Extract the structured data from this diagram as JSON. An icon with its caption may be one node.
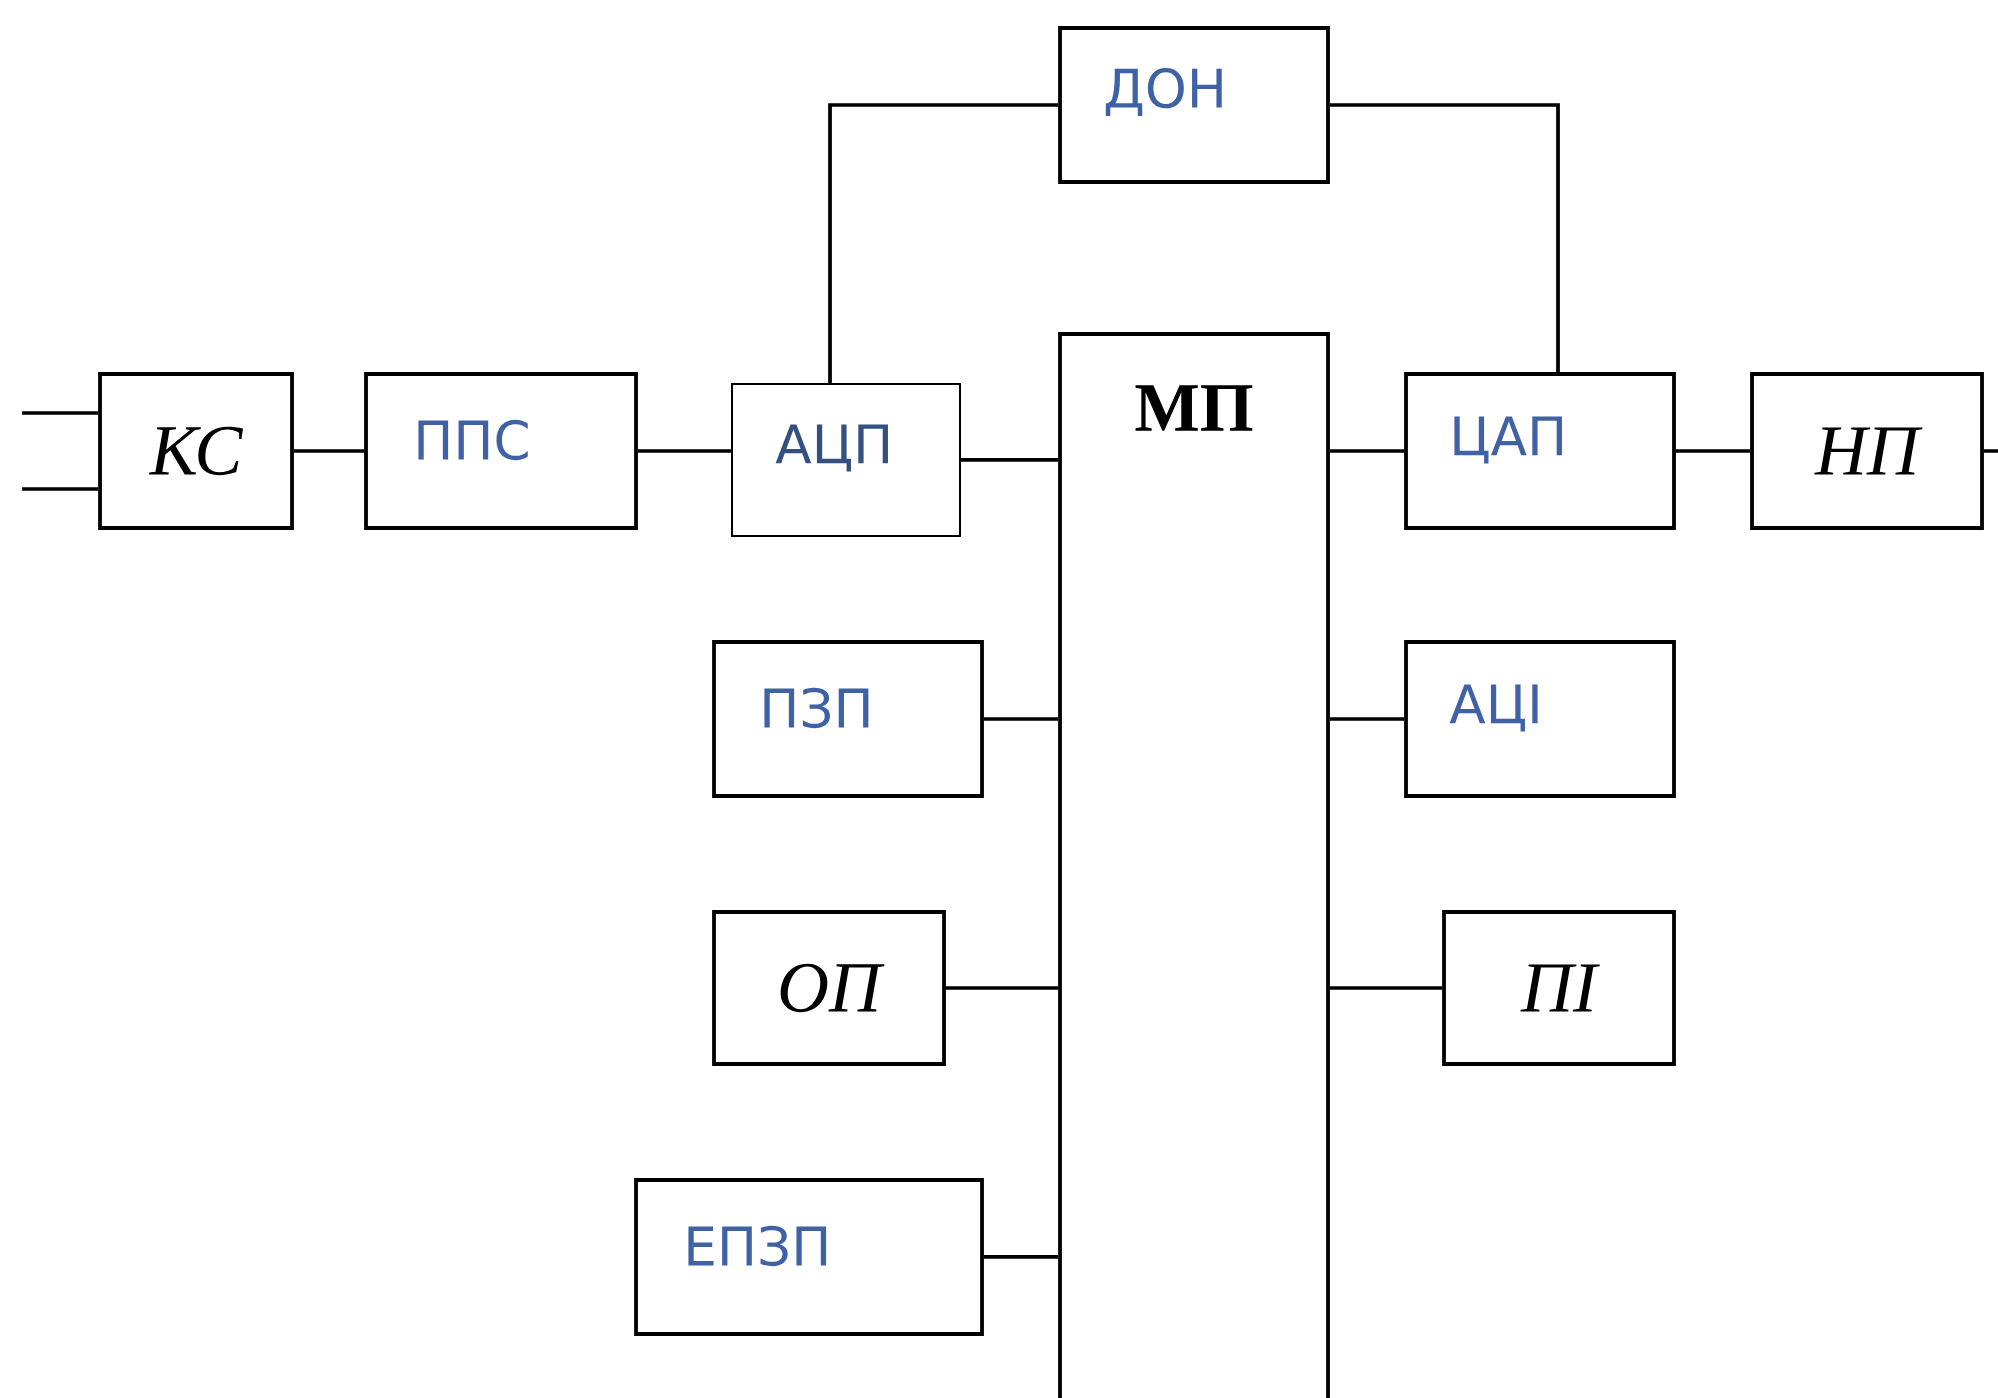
{
  "diagram": {
    "nodes": [
      {
        "text": [
          "ДОН"
        ]
      },
      {
        "text": [
          "КС"
        ]
      },
      {
        "text": [
          "ППС"
        ]
      },
      {
        "text": [
          "АЦП"
        ]
      },
      {
        "text": [
          "МП"
        ]
      },
      {
        "text": [
          "ЦАП"
        ]
      },
      {
        "text": [
          "НП"
        ]
      },
      {
        "text": [
          "ПЗП"
        ]
      },
      {
        "text": [
          "АЦІ"
        ]
      },
      {
        "text": [
          "ОП"
        ]
      },
      {
        "text": [
          "ПІ"
        ]
      },
      {
        "text": [
          "ЕПЗП"
        ]
      }
    ],
    "edges": [
      {
        "from": null,
        "to": 1,
        "arrow": "none"
      },
      {
        "from": null,
        "to": 1,
        "arrow": "none"
      },
      {
        "from": 1,
        "to": 2,
        "arrow": "none"
      },
      {
        "from": 2,
        "to": 3,
        "arrow": "none"
      },
      {
        "from": 3,
        "to": 4,
        "arrow": "none"
      },
      {
        "from": 3,
        "to": 0,
        "arrow": "none"
      },
      {
        "from": 0,
        "to": 5,
        "arrow": "none"
      },
      {
        "from": 4,
        "to": 5,
        "arrow": "none"
      },
      {
        "from": 5,
        "to": 6,
        "arrow": "none"
      },
      {
        "from": 6,
        "to": null,
        "arrow": "none"
      },
      {
        "from": 7,
        "to": 4,
        "arrow": "none"
      },
      {
        "from": 9,
        "to": 4,
        "arrow": "none"
      },
      {
        "from": 11,
        "to": 4,
        "arrow": "none"
      },
      {
        "from": 4,
        "to": 8,
        "arrow": "none"
      },
      {
        "from": 4,
        "to": 10,
        "arrow": "none"
      }
    ]
  }
}
